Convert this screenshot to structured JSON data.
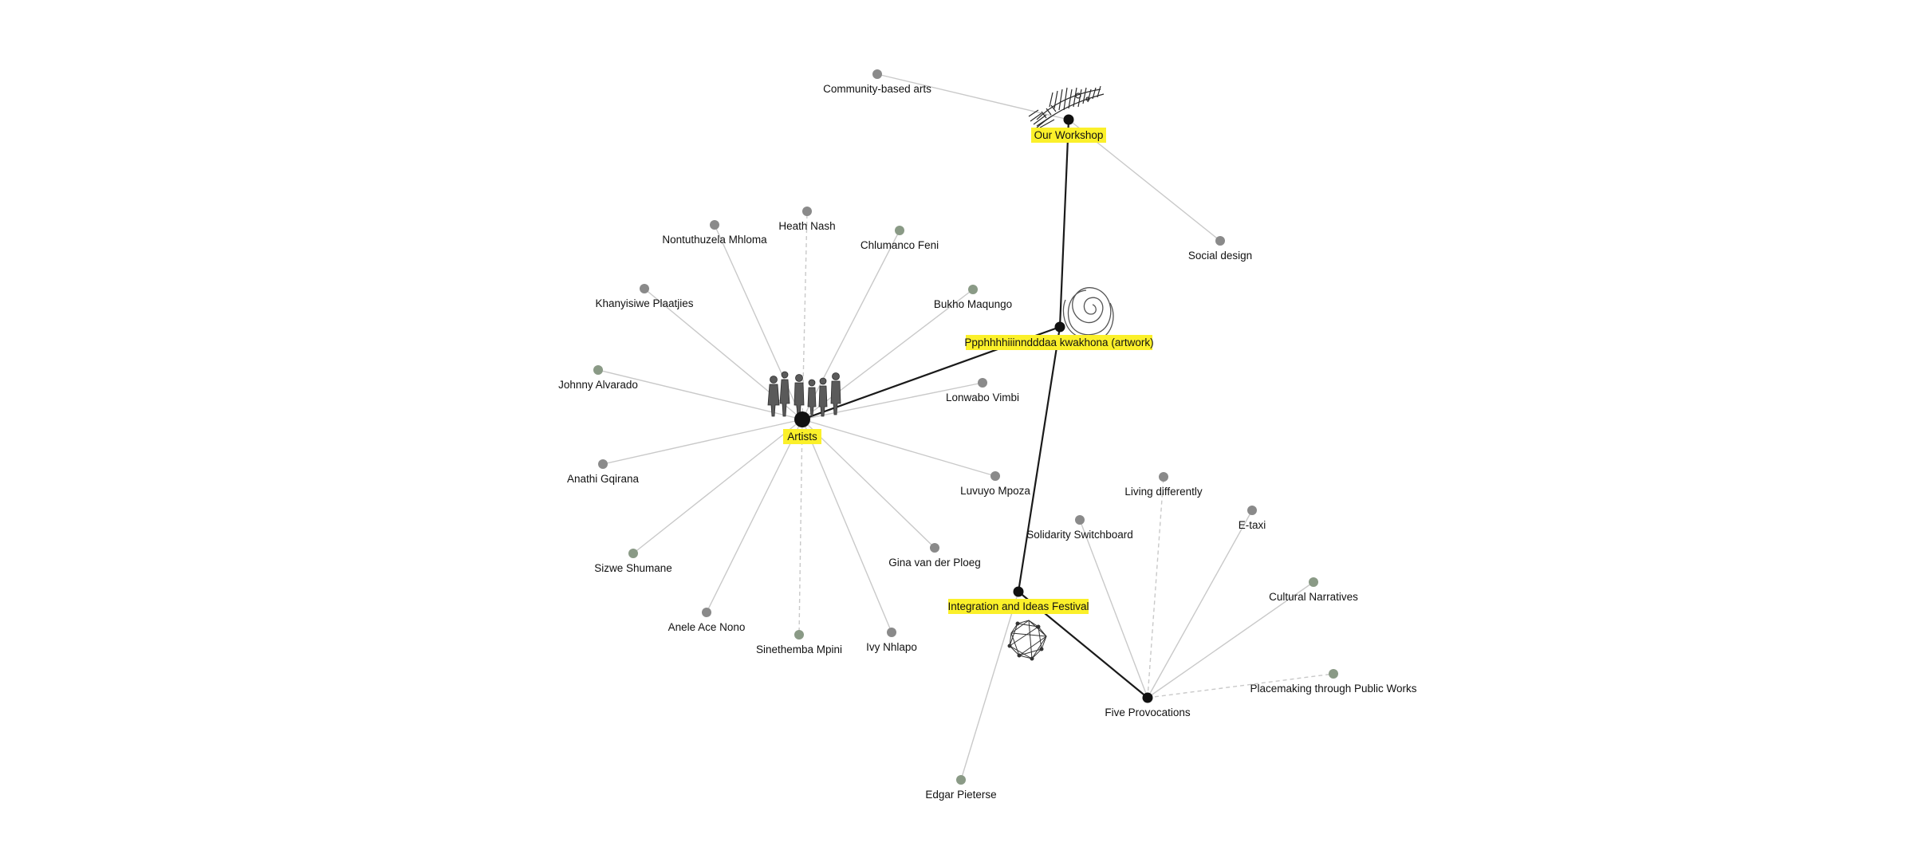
{
  "colors": {
    "highlight": "#fbf02a",
    "hub": "#111111",
    "leaf": "#8a8a8a",
    "leaf_green": "#8a9a86",
    "edge": "#c9c9c9",
    "main_edge": "#1a1a1a"
  },
  "nodes": {
    "our_workshop": {
      "label": "Our Workshop",
      "highlighted": true,
      "icon": "hatched-sketch-icon"
    },
    "ppph": {
      "label": "Ppphhhhiiinndddaa kwakhona (artwork)",
      "highlighted": true,
      "icon": "spiral-artwork-icon"
    },
    "artists": {
      "label": "Artists",
      "highlighted": true,
      "icon": "people-figures-icon"
    },
    "iif": {
      "label": "Integration and Ideas Festival",
      "highlighted": true,
      "icon": "network-sketch-icon"
    },
    "five_provocations": {
      "label": "Five Provocations",
      "highlighted": false
    },
    "community_arts": {
      "label": "Community-based arts"
    },
    "social_design": {
      "label": "Social design"
    },
    "heath_nash": {
      "label": "Heath Nash"
    },
    "nontuthuzela": {
      "label": "Nontuthuzela Mhloma"
    },
    "chlumanco": {
      "label": "Chlumanco Feni"
    },
    "khanyisiwe": {
      "label": "Khanyisiwe Plaatjies"
    },
    "bukho": {
      "label": "Bukho Maqungo"
    },
    "johnny": {
      "label": "Johnny Alvarado"
    },
    "lonwabo": {
      "label": "Lonwabo Vimbi"
    },
    "anathi": {
      "label": "Anathi Gqirana"
    },
    "luvuyo": {
      "label": "Luvuyo Mpoza"
    },
    "gina": {
      "label": "Gina van der Ploeg"
    },
    "sizwe": {
      "label": "Sizwe Shumane"
    },
    "anele": {
      "label": "Anele Ace Nono"
    },
    "sinethemba": {
      "label": "Sinethemba Mpini"
    },
    "ivy": {
      "label": "Ivy Nhlapo"
    },
    "edgar": {
      "label": "Edgar Pieterse"
    },
    "living_differently": {
      "label": "Living differently"
    },
    "solidarity": {
      "label": "Solidarity Switchboard"
    },
    "etaxi": {
      "label": "E-taxi"
    },
    "cultural_narratives": {
      "label": "Cultural Narratives"
    },
    "placemaking": {
      "label": "Placemaking through Public Works"
    }
  }
}
